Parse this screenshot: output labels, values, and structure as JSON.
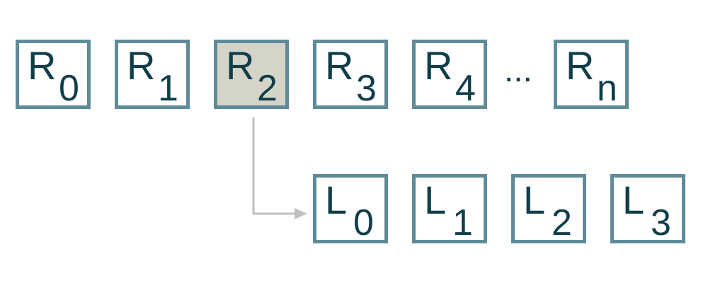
{
  "registers": [
    {
      "base": "R",
      "sub": "0"
    },
    {
      "base": "R",
      "sub": "1"
    },
    {
      "base": "R",
      "sub": "2"
    },
    {
      "base": "R",
      "sub": "3"
    },
    {
      "base": "R",
      "sub": "4"
    },
    {
      "base": "R",
      "sub": "n"
    }
  ],
  "ellipsis": "...",
  "lines": [
    {
      "base": "L",
      "sub": "0"
    },
    {
      "base": "L",
      "sub": "1"
    },
    {
      "base": "L",
      "sub": "2"
    },
    {
      "base": "L",
      "sub": "3"
    }
  ],
  "colors": {
    "box_border": "#5f8b98",
    "text": "#0f3e4a",
    "highlight_fill": "#d5d4c9",
    "arrow": "#c0c0c0"
  }
}
